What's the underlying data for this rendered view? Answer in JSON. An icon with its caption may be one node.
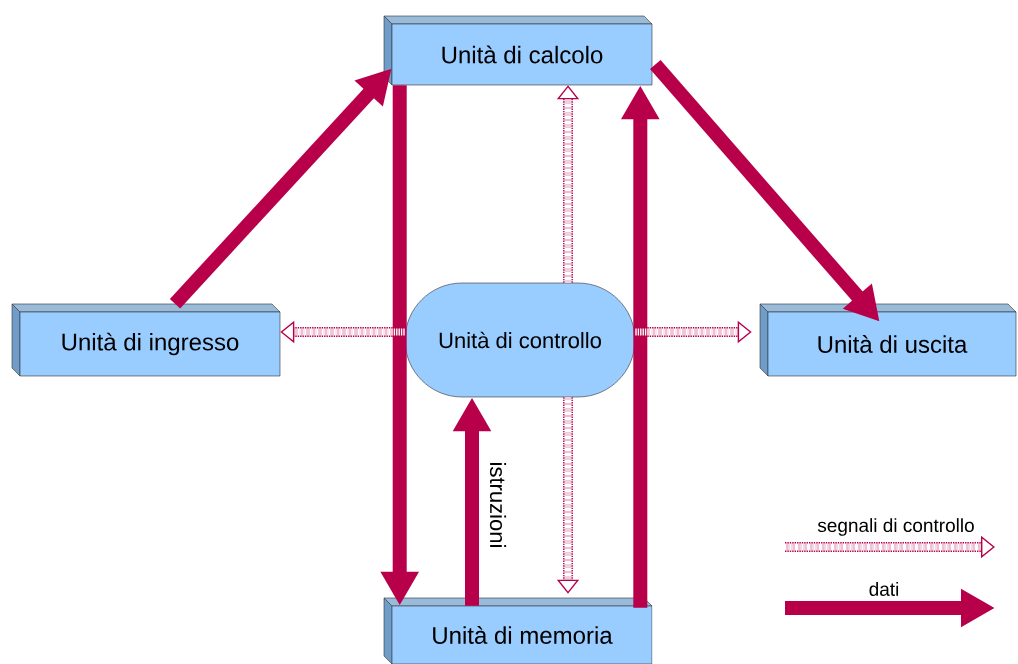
{
  "diagram": {
    "nodes": [
      {
        "text": [
          "Unità di calcolo"
        ]
      },
      {
        "text": [
          "Unità di ingresso"
        ]
      },
      {
        "text": [
          "Unità di controllo"
        ]
      },
      {
        "text": [
          "Unità di uscita"
        ]
      },
      {
        "text": [
          "Unità di memoria"
        ]
      }
    ],
    "edges": [
      {
        "from": 1,
        "to": 0,
        "arrow": "to"
      },
      {
        "from": 0,
        "to": 4,
        "arrow": "to"
      },
      {
        "from": 4,
        "to": 0,
        "arrow": "to"
      },
      {
        "from": 0,
        "to": 3,
        "arrow": "to"
      },
      {
        "from": 4,
        "to": 2,
        "arrow": "to",
        "label": "istruzioni"
      },
      {
        "from": 2,
        "to": 0,
        "arrow": "to",
        "style": "dashed"
      },
      {
        "from": 2,
        "to": 1,
        "arrow": "to",
        "style": "dashed"
      },
      {
        "from": 2,
        "to": 3,
        "arrow": "to",
        "style": "dashed"
      },
      {
        "from": 2,
        "to": 4,
        "arrow": "to",
        "style": "dashed"
      }
    ],
    "legend": [
      {
        "text": "segnali di controllo"
      },
      {
        "text": "dati"
      }
    ]
  }
}
